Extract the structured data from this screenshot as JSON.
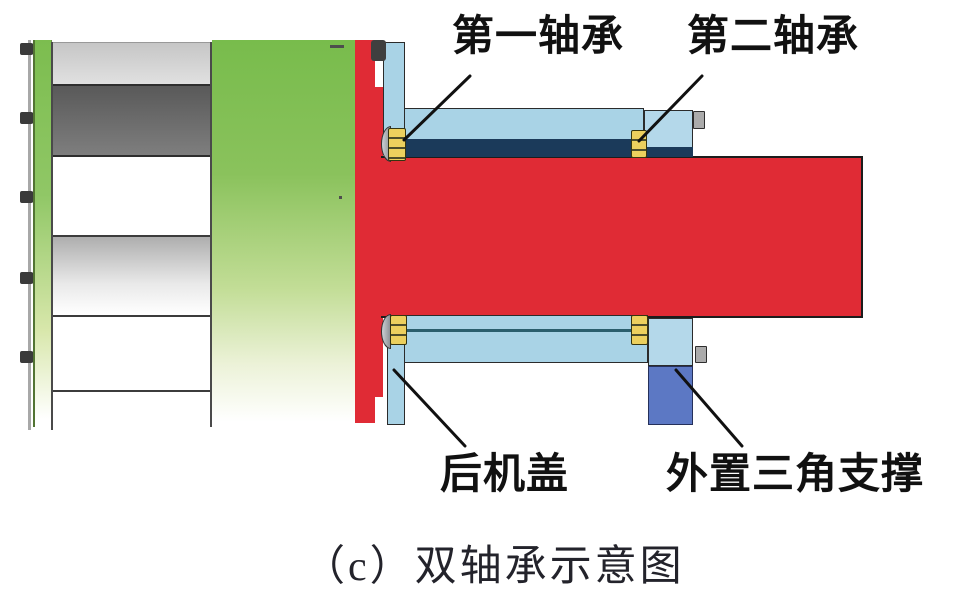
{
  "figure": {
    "caption": "（c）双轴承示意图",
    "labels": {
      "first_bearing": "第一轴承",
      "second_bearing": "第二轴承",
      "rear_cover": "后机盖",
      "external_triangle_support": "外置三角支撑"
    },
    "colors": {
      "shaft_red": "#e02b35",
      "housing_blue": "#a9d3e6",
      "endcap_blue": "#b4d8ea",
      "sleeve_navy": "#1b3a5a",
      "bearing_yellow": "#ecd05e",
      "motor_green": "#78bc4c",
      "support_blue": "#5c78c4",
      "lamination_gray": "#6e6e6e"
    }
  }
}
